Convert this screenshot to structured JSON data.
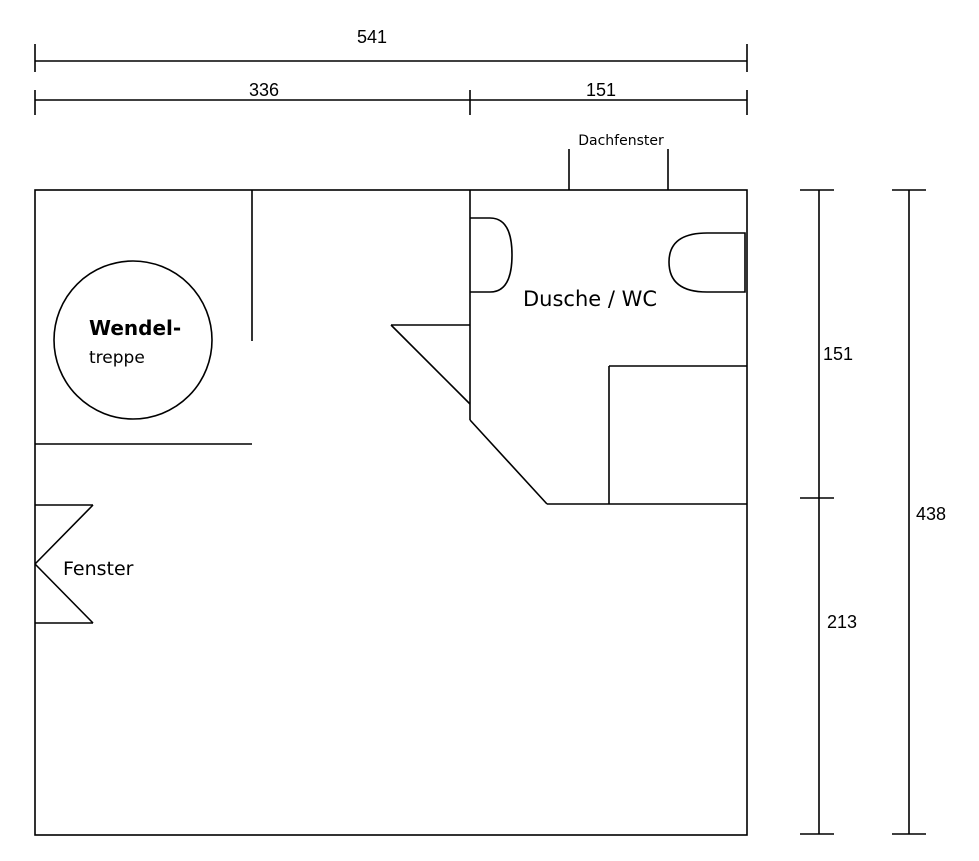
{
  "dimensions": {
    "total_width": "541",
    "left_width": "336",
    "right_width": "151",
    "upper_height": "151",
    "lower_height": "213",
    "total_height": "438"
  },
  "labels": {
    "roof_window": "Dachfenster",
    "bathroom": "Dusche / WC",
    "stair_line1": "Wendel-",
    "stair_line2": "treppe",
    "window": "Fenster"
  }
}
